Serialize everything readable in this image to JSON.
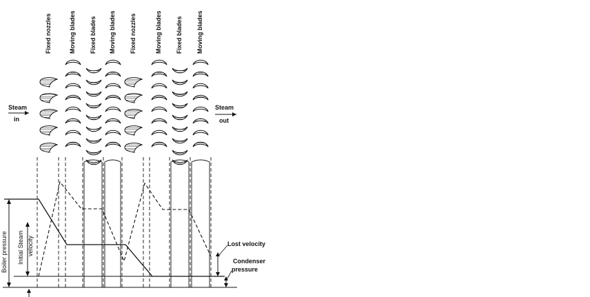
{
  "diagram": {
    "stage_labels": [
      {
        "text": "Fixed nozzles",
        "kind": "nozzle"
      },
      {
        "text": "Moving blades",
        "kind": "moving"
      },
      {
        "text": "Fixed blades",
        "kind": "fixed"
      },
      {
        "text": "Moving blades",
        "kind": "moving"
      },
      {
        "text": "Fixed nozzles",
        "kind": "nozzle"
      },
      {
        "text": "Moving blades",
        "kind": "moving"
      },
      {
        "text": "Fixed blades",
        "kind": "fixed"
      },
      {
        "text": "Moving blades",
        "kind": "moving"
      }
    ],
    "steam_in": {
      "line1": "Steam",
      "line2": "in"
    },
    "steam_out": {
      "line1": "Steam",
      "line2": "out"
    },
    "boiler_pressure": "Boiler pressure",
    "initial_velocity": {
      "line1": "Initial Steam",
      "line2": "velocity"
    },
    "lost_velocity": "Lost velocity",
    "condenser_pressure": {
      "line1": "Condenser",
      "line2": "pressure"
    }
  }
}
